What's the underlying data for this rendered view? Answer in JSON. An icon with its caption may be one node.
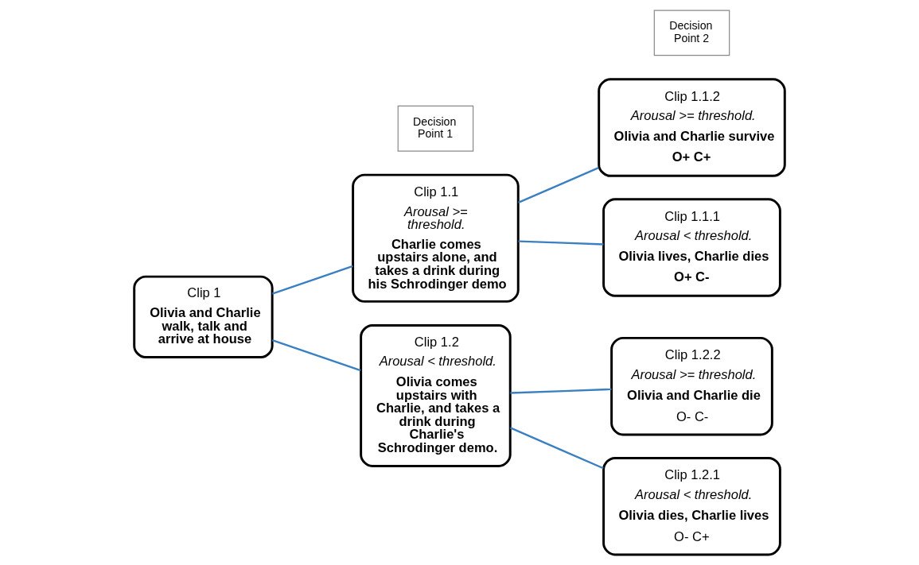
{
  "diagram": {
    "nodes": [
      {
        "text": [
          "Decision Point 1"
        ]
      },
      {
        "text": [
          "Decision Point 2"
        ]
      },
      {
        "text": [
          "Clip 1",
          "Olivia and Charlie walk, talk and arrive at house"
        ]
      },
      {
        "text": [
          "Clip 1.1",
          "Arousal >= threshold.",
          "Charlie comes upstairs alone, and takes a drink during his Schrodinger demo"
        ]
      },
      {
        "text": [
          "Clip 1.2",
          "Arousal < threshold.",
          "Olivia comes upstairs with Charlie, and takes a drink during Charlie's Schrodinger demo."
        ]
      },
      {
        "text": [
          "Clip 1.1.2",
          "Arousal >= threshold.",
          "Olivia and Charlie survive",
          "O+ C+"
        ]
      },
      {
        "text": [
          "Clip 1.1.1",
          "Arousal < threshold.",
          "Olivia lives, Charlie dies",
          "O+ C-"
        ]
      },
      {
        "text": [
          "Clip 1.2.2",
          "Arousal >= threshold.",
          "Olivia and Charlie die",
          "O- C-"
        ]
      },
      {
        "text": [
          "Clip 1.2.1",
          "Arousal < threshold.",
          "Olivia dies, Charlie lives",
          "O- C+"
        ]
      }
    ],
    "edges": [
      {
        "from": 2,
        "to": 3,
        "arrow": "none"
      },
      {
        "from": 2,
        "to": 4,
        "arrow": "none"
      },
      {
        "from": 3,
        "to": 5,
        "arrow": "none"
      },
      {
        "from": 3,
        "to": 6,
        "arrow": "none"
      },
      {
        "from": 4,
        "to": 7,
        "arrow": "none"
      },
      {
        "from": 4,
        "to": 8,
        "arrow": "none"
      }
    ]
  }
}
